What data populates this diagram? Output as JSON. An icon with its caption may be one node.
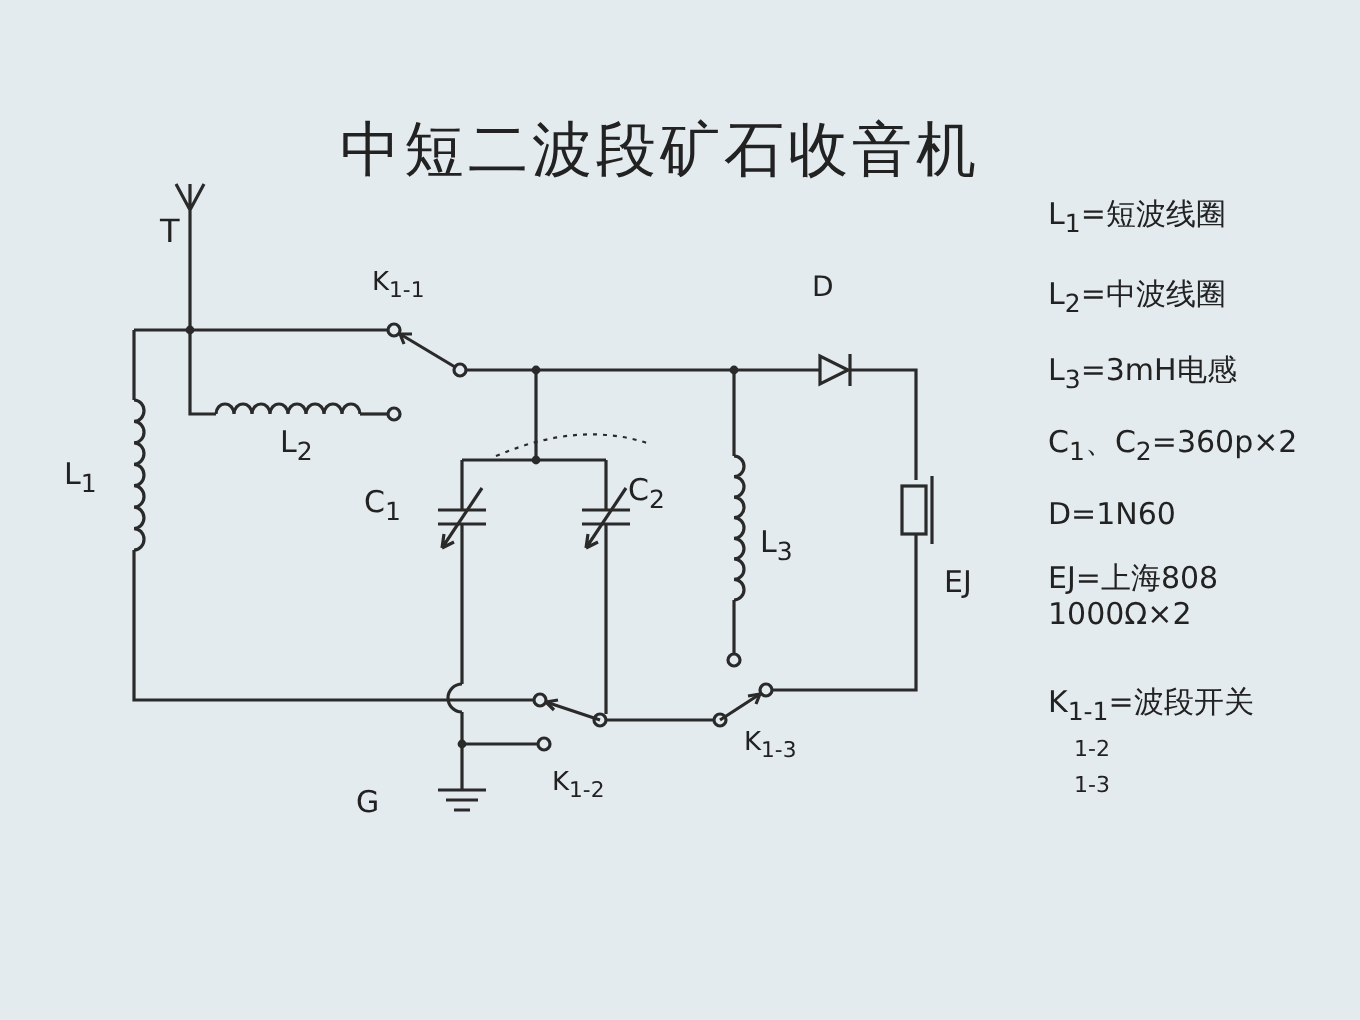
{
  "diagram": {
    "title": "中短二波段矿石收音机",
    "labels": [
      "T",
      "K$_{1-1}$",
      "D",
      "L$_{2}$",
      "L$_{1}$",
      "C$_{1}$",
      "C$_{2}$",
      "L$_{3}$",
      "EJ",
      "K$_{1-3}$",
      "G",
      "K$_{1-2}$",
      "L$_{1}$=短波线圈",
      "L$_{2}$=中波线圈",
      "L$_{3}$=3mH电感",
      "C$_{1}$、C$_{2}$=360p×2",
      "D=1N60",
      "EJ=上海808 1000Ω×2",
      "K$_{1-1}$=波段开关",
      "1-2",
      "1-3"
    ]
  }
}
